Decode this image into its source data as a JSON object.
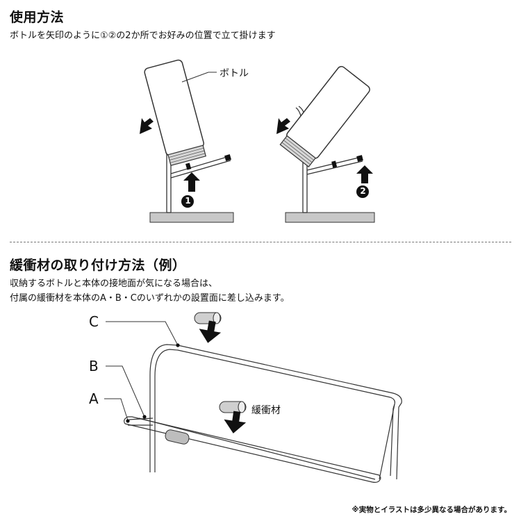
{
  "section1": {
    "title": "使用方法",
    "description": "ボトルを矢印のように①②の2か所でお好みの位置で立て掛けます",
    "bottle_label": "ボトル",
    "step1": "1",
    "step2": "2"
  },
  "section2": {
    "title": "緩衝材の取り付け方法（例）",
    "line1": "収納するボトルと本体の接地面が気になる場合は、",
    "line2": "付属の緩衝材を本体のA・B・Cのいずれかの設置面に差し込みます。",
    "label_a": "A",
    "label_b": "B",
    "label_c": "C",
    "cushion_label": "緩衝材",
    "note": "※実物とイラストは多少異なる場合があります。"
  }
}
